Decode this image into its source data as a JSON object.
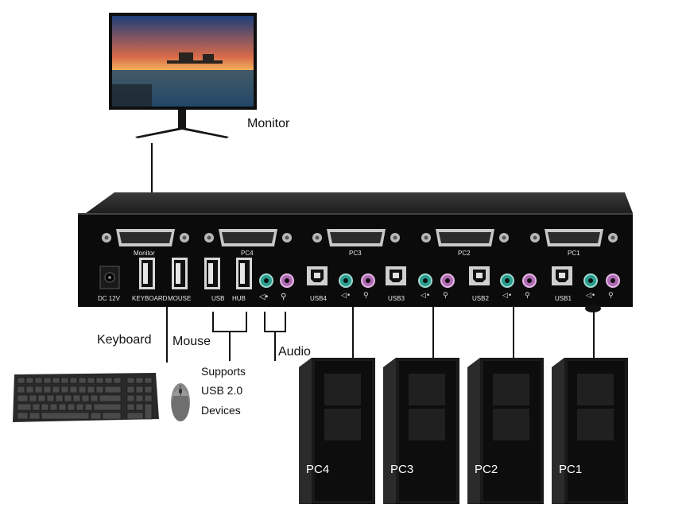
{
  "labels": {
    "monitor": "Monitor",
    "keyboard": "Keyboard",
    "mouse": "Mouse",
    "audio": "Audio",
    "usb_support_1": "Supports",
    "usb_support_2": "USB 2.0",
    "usb_support_3": "Devices"
  },
  "panel": {
    "dvi_monitor": "Monitor",
    "dvi_pc4": "PC4",
    "dvi_pc3": "PC3",
    "dvi_pc2": "PC2",
    "dvi_pc1": "PC1",
    "dc": "DC 12V",
    "keyboard": "KEYBOARD",
    "mouse": "MOUSE",
    "usb": "USB",
    "hub": "HUB",
    "usb4": "USB4",
    "usb3": "USB3",
    "usb2": "USB2",
    "usb1": "USB1"
  },
  "pcs": [
    "PC4",
    "PC3",
    "PC2",
    "PC1"
  ]
}
